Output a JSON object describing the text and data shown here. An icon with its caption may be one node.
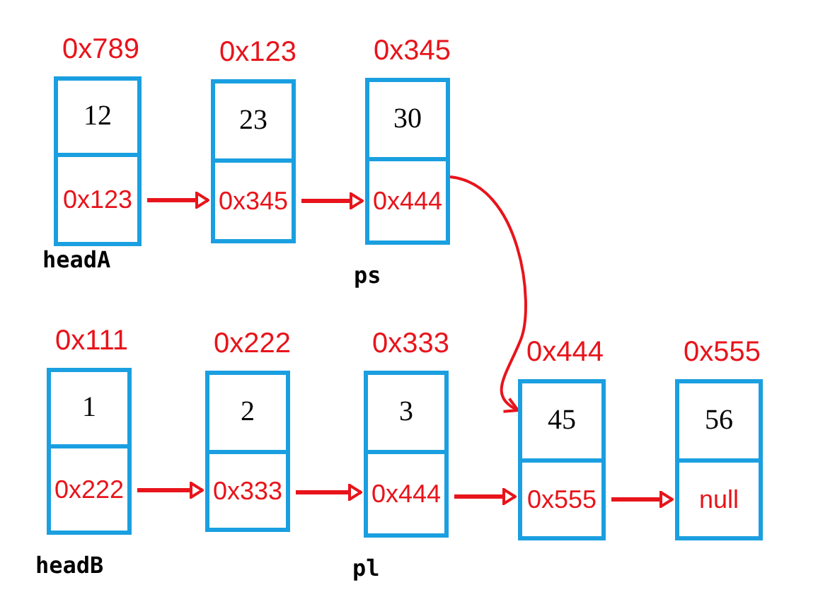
{
  "diagram": {
    "nodes": [
      {
        "text": [
          "12",
          "0x123"
        ],
        "beside": [
          "0x789",
          "headA"
        ]
      },
      {
        "text": [
          "23",
          "0x345"
        ],
        "beside": [
          "0x123"
        ]
      },
      {
        "text": [
          "30",
          "0x444"
        ],
        "beside": [
          "0x345",
          "ps"
        ]
      },
      {
        "text": [
          "1",
          "0x222"
        ],
        "beside": [
          "0x111",
          "headB"
        ]
      },
      {
        "text": [
          "2",
          "0x333"
        ],
        "beside": [
          "0x222"
        ]
      },
      {
        "text": [
          "3",
          "0x444"
        ],
        "beside": [
          "0x333",
          "pl"
        ]
      },
      {
        "text": [
          "45",
          "0x555"
        ],
        "beside": [
          "0x444"
        ]
      },
      {
        "text": [
          "56",
          "null"
        ],
        "beside": [
          "0x555"
        ]
      }
    ],
    "edges": [
      {
        "from": 0,
        "to": 1,
        "arrow": "to"
      },
      {
        "from": 1,
        "to": 2,
        "arrow": "to"
      },
      {
        "from": 2,
        "to": 6,
        "arrow": "to"
      },
      {
        "from": 3,
        "to": 4,
        "arrow": "to"
      },
      {
        "from": 4,
        "to": 5,
        "arrow": "to"
      },
      {
        "from": 5,
        "to": 6,
        "arrow": "to"
      },
      {
        "from": 6,
        "to": 7,
        "arrow": "to"
      }
    ]
  }
}
